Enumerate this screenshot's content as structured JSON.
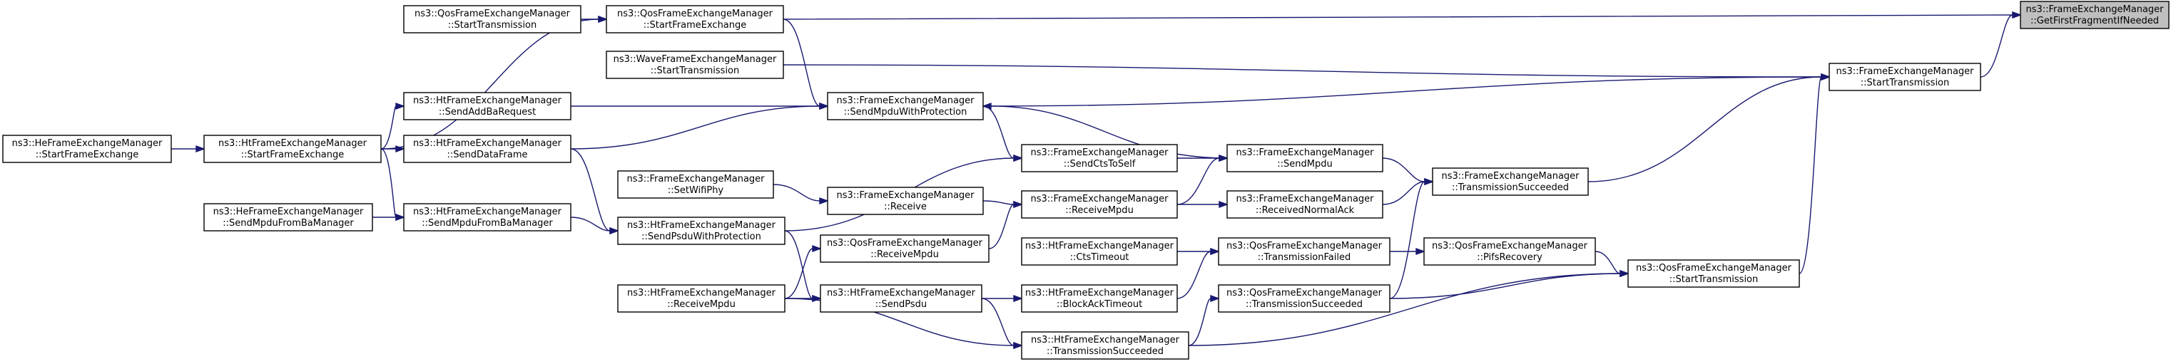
{
  "graph": {
    "nodes": [
      {
        "id": "get_first_fragment",
        "line1": "ns3::FrameExchangeManager",
        "line2": "::GetFirstFragmentIfNeeded",
        "focus": true
      },
      {
        "id": "fem_start_tx",
        "line1": "ns3::FrameExchangeManager",
        "line2": "::StartTransmission"
      },
      {
        "id": "qos_start_fe",
        "line1": "ns3::QosFrameExchangeManager",
        "line2": "::StartFrameExchange"
      },
      {
        "id": "qos_start_tx_a",
        "line1": "ns3::QosFrameExchangeManager",
        "line2": "::StartTransmission"
      },
      {
        "id": "wave_start_tx",
        "line1": "ns3::WaveFrameExchangeManager",
        "line2": "::StartTransmission"
      },
      {
        "id": "fem_send_mpdu_wp",
        "line1": "ns3::FrameExchangeManager",
        "line2": "::SendMpduWithProtection"
      },
      {
        "id": "ht_send_addba",
        "line1": "ns3::HtFrameExchangeManager",
        "line2": "::SendAddBaRequest"
      },
      {
        "id": "ht_start_fe",
        "line1": "ns3::HtFrameExchangeManager",
        "line2": "::StartFrameExchange"
      },
      {
        "id": "he_start_fe",
        "line1": "ns3::HeFrameExchangeManager",
        "line2": "::StartFrameExchange"
      },
      {
        "id": "ht_send_data",
        "line1": "ns3::HtFrameExchangeManager",
        "line2": "::SendDataFrame"
      },
      {
        "id": "fem_cts_to_self",
        "line1": "ns3::FrameExchangeManager",
        "line2": "::SendCtsToSelf"
      },
      {
        "id": "fem_send_mpdu",
        "line1": "ns3::FrameExchangeManager",
        "line2": "::SendMpdu"
      },
      {
        "id": "fem_tx_succeeded",
        "line1": "ns3::FrameExchangeManager",
        "line2": "::TransmissionSucceeded"
      },
      {
        "id": "fem_set_phy",
        "line1": "ns3::FrameExchangeManager",
        "line2": "::SetWifiPhy"
      },
      {
        "id": "fem_receive",
        "line1": "ns3::FrameExchangeManager",
        "line2": "::Receive"
      },
      {
        "id": "fem_receive_mpdu",
        "line1": "ns3::FrameExchangeManager",
        "line2": "::ReceiveMpdu"
      },
      {
        "id": "fem_received_ack",
        "line1": "ns3::FrameExchangeManager",
        "line2": "::ReceivedNormalAck"
      },
      {
        "id": "he_send_mpdu_ba",
        "line1": "ns3::HeFrameExchangeManager",
        "line2": "::SendMpduFromBaManager"
      },
      {
        "id": "ht_send_mpdu_ba",
        "line1": "ns3::HtFrameExchangeManager",
        "line2": "::SendMpduFromBaManager"
      },
      {
        "id": "ht_send_psdu_wp",
        "line1": "ns3::HtFrameExchangeManager",
        "line2": "::SendPsduWithProtection"
      },
      {
        "id": "qos_receive_mpdu",
        "line1": "ns3::QosFrameExchangeManager",
        "line2": "::ReceiveMpdu"
      },
      {
        "id": "ht_cts_timeout",
        "line1": "ns3::HtFrameExchangeManager",
        "line2": "::CtsTimeout"
      },
      {
        "id": "qos_tx_failed",
        "line1": "ns3::QosFrameExchangeManager",
        "line2": "::TransmissionFailed"
      },
      {
        "id": "qos_pifs",
        "line1": "ns3::QosFrameExchangeManager",
        "line2": "::PifsRecovery"
      },
      {
        "id": "qos_start_tx_b",
        "line1": "ns3::QosFrameExchangeManager",
        "line2": "::StartTransmission"
      },
      {
        "id": "ht_receive_mpdu",
        "line1": "ns3::HtFrameExchangeManager",
        "line2": "::ReceiveMpdu"
      },
      {
        "id": "ht_send_psdu",
        "line1": "ns3::HtFrameExchangeManager",
        "line2": "::SendPsdu"
      },
      {
        "id": "ht_blockack_timeout",
        "line1": "ns3::HtFrameExchangeManager",
        "line2": "::BlockAckTimeout"
      },
      {
        "id": "qos_tx_succeeded",
        "line1": "ns3::QosFrameExchangeManager",
        "line2": "::TransmissionSucceeded"
      },
      {
        "id": "ht_tx_succeeded",
        "line1": "ns3::HtFrameExchangeManager",
        "line2": "::TransmissionSucceeded"
      }
    ],
    "edges": [
      [
        "get_first_fragment",
        "fem_start_tx"
      ],
      [
        "get_first_fragment",
        "qos_start_fe"
      ],
      [
        "fem_start_tx",
        "wave_start_tx"
      ],
      [
        "fem_start_tx",
        "fem_send_mpdu_wp"
      ],
      [
        "fem_start_tx",
        "fem_tx_succeeded"
      ],
      [
        "fem_start_tx",
        "qos_start_tx_b"
      ],
      [
        "qos_start_fe",
        "qos_start_tx_a"
      ],
      [
        "qos_start_fe",
        "ht_start_fe"
      ],
      [
        "fem_send_mpdu_wp",
        "qos_start_fe"
      ],
      [
        "fem_send_mpdu_wp",
        "ht_send_addba"
      ],
      [
        "fem_send_mpdu_wp",
        "ht_send_data"
      ],
      [
        "fem_send_mpdu_wp",
        "fem_send_mpdu"
      ],
      [
        "ht_send_addba",
        "ht_start_fe"
      ],
      [
        "ht_start_fe",
        "he_start_fe"
      ],
      [
        "ht_send_data",
        "ht_start_fe"
      ],
      [
        "fem_cts_to_self",
        "fem_send_mpdu_wp"
      ],
      [
        "fem_cts_to_self",
        "ht_send_psdu_wp"
      ],
      [
        "fem_send_mpdu",
        "fem_cts_to_self"
      ],
      [
        "fem_send_mpdu",
        "fem_receive_mpdu"
      ],
      [
        "fem_tx_succeeded",
        "fem_send_mpdu"
      ],
      [
        "fem_tx_succeeded",
        "fem_received_ack"
      ],
      [
        "fem_tx_succeeded",
        "qos_tx_succeeded"
      ],
      [
        "fem_receive",
        "fem_set_phy"
      ],
      [
        "fem_receive_mpdu",
        "fem_receive"
      ],
      [
        "fem_receive_mpdu",
        "qos_receive_mpdu"
      ],
      [
        "fem_received_ack",
        "fem_receive_mpdu"
      ],
      [
        "ht_send_mpdu_ba",
        "he_send_mpdu_ba"
      ],
      [
        "ht_send_mpdu_ba",
        "ht_start_fe"
      ],
      [
        "ht_send_psdu_wp",
        "ht_send_data"
      ],
      [
        "ht_send_psdu_wp",
        "ht_send_mpdu_ba"
      ],
      [
        "qos_receive_mpdu",
        "ht_receive_mpdu"
      ],
      [
        "ht_send_psdu",
        "ht_send_psdu_wp"
      ],
      [
        "ht_send_psdu",
        "ht_receive_mpdu"
      ],
      [
        "qos_tx_failed",
        "ht_cts_timeout"
      ],
      [
        "qos_tx_failed",
        "ht_blockack_timeout"
      ],
      [
        "qos_pifs",
        "qos_tx_failed"
      ],
      [
        "qos_start_tx_b",
        "qos_pifs"
      ],
      [
        "qos_start_tx_b",
        "qos_tx_succeeded"
      ],
      [
        "qos_start_tx_b",
        "ht_tx_succeeded"
      ],
      [
        "ht_blockack_timeout",
        "ht_send_psdu"
      ],
      [
        "qos_tx_succeeded",
        "ht_tx_succeeded"
      ],
      [
        "ht_tx_succeeded",
        "ht_send_psdu"
      ],
      [
        "ht_tx_succeeded",
        "ht_receive_mpdu"
      ]
    ]
  }
}
